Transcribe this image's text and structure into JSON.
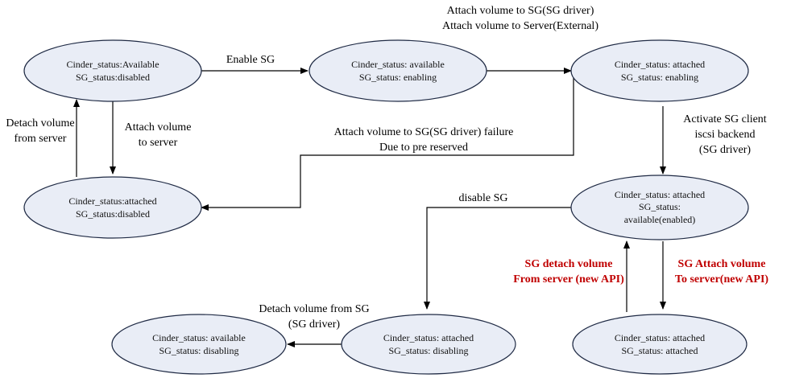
{
  "nodes": {
    "n1": [
      "Cinder_status:Available",
      "SG_status:disabled"
    ],
    "n2": [
      "Cinder_status: available",
      "SG_status: enabling"
    ],
    "n3": [
      "Cinder_status: attached",
      "SG_status: enabling"
    ],
    "n4": [
      "Cinder_status:attached",
      "SG_status:disabled"
    ],
    "n5": [
      "Cinder_status: attached",
      "SG_status:",
      "available(enabled)"
    ],
    "n6": [
      "Cinder_status: available",
      "SG_status: disabling"
    ],
    "n7": [
      "Cinder_status: attached",
      "SG_status: disabling"
    ],
    "n8": [
      "Cinder_status: attached",
      "SG_status: attached"
    ]
  },
  "edges": {
    "enable_sg": [
      "Enable SG"
    ],
    "attach_volume_sg": [
      "Attach volume to SG(SG driver)",
      "Attach volume to Server(External)"
    ],
    "attach_failure": [
      "Attach volume to SG(SG driver) failure",
      "Due to pre reserved"
    ],
    "activate_sg": [
      "Activate SG client",
      "iscsi backend",
      "(SG driver)"
    ],
    "detach_volume_server": [
      "Detach volume",
      "from server"
    ],
    "attach_volume_server": [
      "Attach volume",
      "to server"
    ],
    "disable_sg": [
      "disable SG"
    ],
    "sg_detach_new_api": [
      "SG detach volume",
      "From server (new API)"
    ],
    "sg_attach_new_api": [
      "SG Attach volume",
      "To server(new API)"
    ],
    "detach_volume_from_sg": [
      "Detach volume from SG",
      "(SG driver)"
    ]
  },
  "colors": {
    "node_fill": "#e9edf6",
    "node_stroke": "#1f2a44",
    "edge": "#000000",
    "new_api_label": "#c00000"
  }
}
